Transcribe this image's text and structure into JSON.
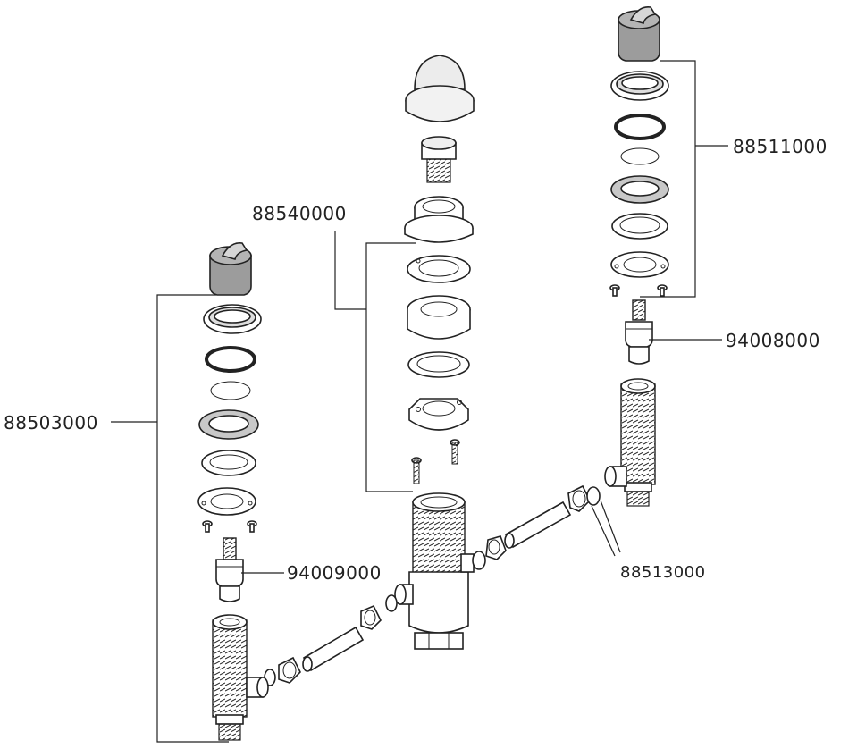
{
  "part_numbers": {
    "p1": "88511000",
    "p2": "88540000",
    "p3": "94008000",
    "p4": "88503000",
    "p5": "88513000",
    "p6": "94009000"
  },
  "colors": {
    "outline": "#222222",
    "cap_gray": "#9c9c9c",
    "dome_light": "#ececec",
    "gasket_gray": "#c8c8c8"
  }
}
